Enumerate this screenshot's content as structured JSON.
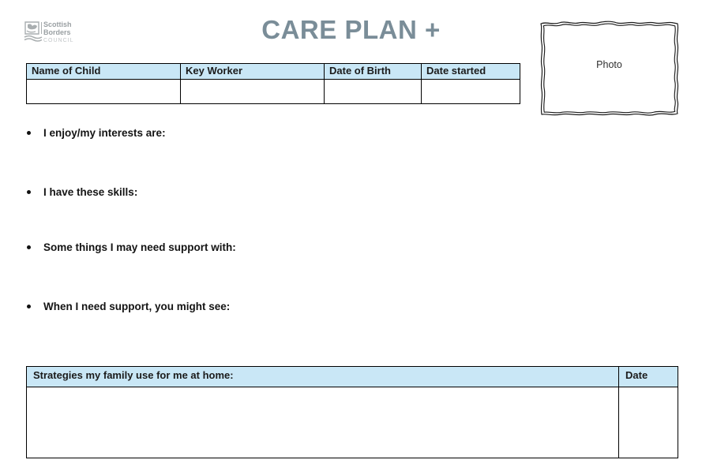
{
  "page": {
    "title": "CARE PLAN +",
    "photo_label": "Photo"
  },
  "logo": {
    "line1": "Scottish",
    "line2": "Borders",
    "line3": "COUNCIL"
  },
  "info_table": {
    "headers": [
      "Name of Child",
      "Key Worker",
      "Date of Birth",
      "Date started"
    ],
    "values": [
      "",
      "",
      "",
      ""
    ]
  },
  "bullets": [
    "I enjoy/my interests are:",
    "I have these skills:",
    "Some things I may need support with:",
    "When I need support, you might see:"
  ],
  "strategies_table": {
    "headers": [
      "Strategies my family use for me at home:",
      "Date"
    ],
    "values": [
      "",
      ""
    ]
  },
  "colors": {
    "table_header_fill": "#c9e7f6",
    "title": "#7a8d98",
    "logo_gray": "#a9aeb0",
    "table_border": "#000000"
  }
}
